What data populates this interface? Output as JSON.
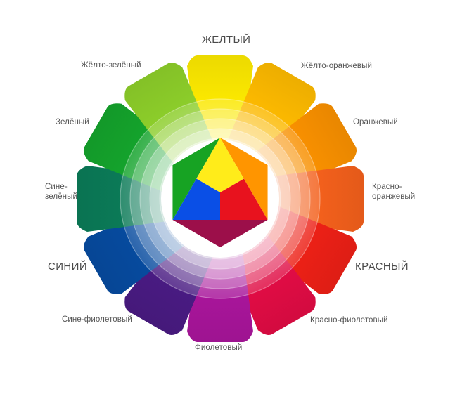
{
  "diagram": {
    "labels": {
      "yellow": "ЖЕЛТЫЙ",
      "yellow_orange": "Жёлто-оранжевый",
      "orange": "Оранжевый",
      "red_orange_1": "Красно-",
      "red_orange_2": "оранжевый",
      "red": "КРАСНЫЙ",
      "red_violet": "Красно-фиолетовый",
      "violet": "Фиолетовый",
      "blue_violet": "Сине-фиолетовый",
      "blue": "СИНИЙ",
      "blue_green_1": "Сине-",
      "blue_green_2": "зелёный",
      "green": "Зелёный",
      "yellow_green": "Жёлто-зелёный"
    },
    "petal_colors": [
      "#fbe800",
      "#fcb900",
      "#f89000",
      "#f3601c",
      "#ec2016",
      "#e00c44",
      "#a8159a",
      "#491b82",
      "#064a9e",
      "#0b7a57",
      "#14a32c",
      "#8ccd2a"
    ],
    "triangle_colors": {
      "yellow": "#ffec1a",
      "red": "#e8121e",
      "blue": "#0a4fe6",
      "orange": "#ff9500",
      "green": "#17a323",
      "violet": "#9c0f4a"
    }
  }
}
